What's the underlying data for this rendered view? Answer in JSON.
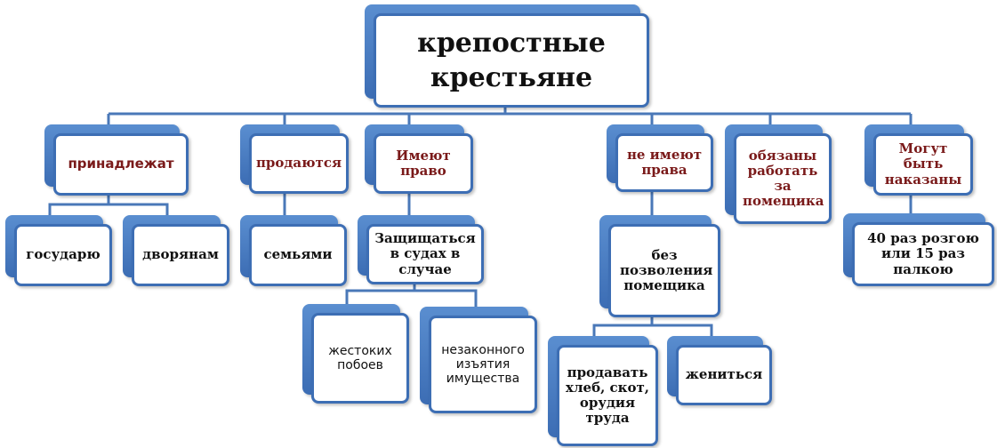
{
  "nodes": {
    "root": "крепостные крестьяне",
    "belong": "принадлежат",
    "sold": "продаются",
    "have_right": "Имеют право",
    "no_right": "не имеют права",
    "obliged": "обязаны работать за помещика",
    "punished": "Могут быть наказаны",
    "state": "государю",
    "nobles": "дворянам",
    "families": "семьями",
    "defend": "Защищаться в судах в случае",
    "beatings": "жестоких побоев",
    "seizure": "незаконного изъятия имущества",
    "no_permission": "без позволения помещика",
    "sell_goods": "продавать хлеб, скот, орудия труда",
    "marry": "жениться",
    "rods": "40 раз розгою или 15 раз палкою"
  },
  "colors": {
    "accent": "#3d6eb4",
    "connector": "#4a78b8",
    "label_red": "#7a1a1a",
    "text": "#111111"
  }
}
